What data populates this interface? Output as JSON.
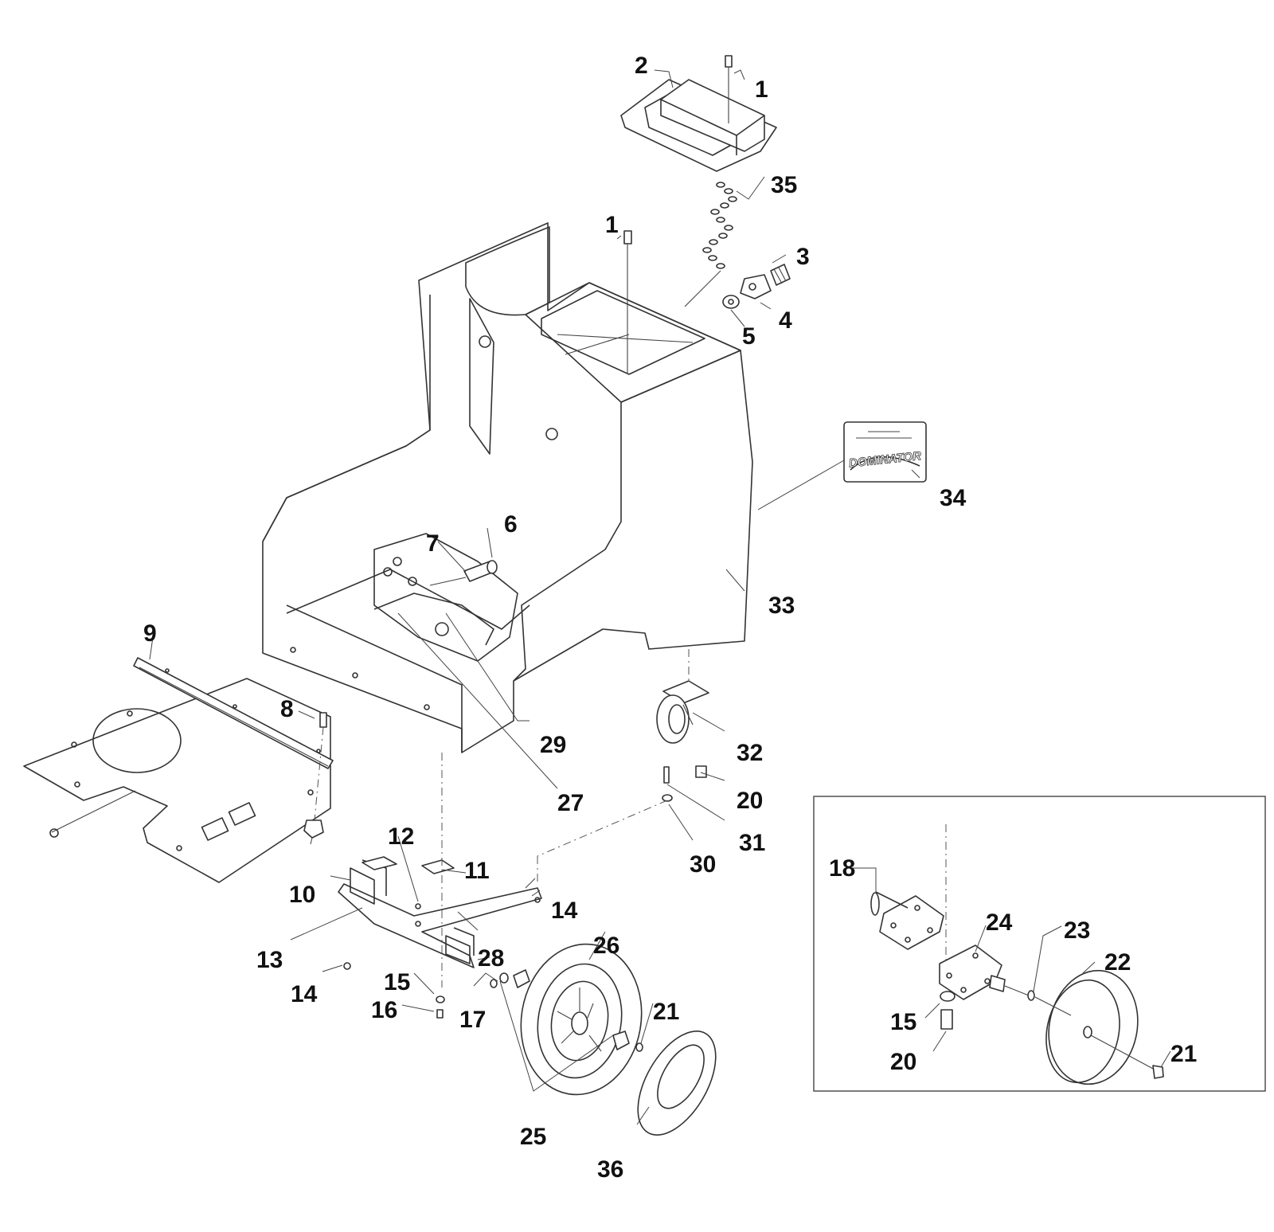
{
  "callouts": {
    "c1a": "1",
    "c1b": "1",
    "c2": "2",
    "c3": "3",
    "c4": "4",
    "c5": "5",
    "c6": "6",
    "c7": "7",
    "c8": "8",
    "c9": "9",
    "c10": "10",
    "c11": "11",
    "c12": "12",
    "c13": "13",
    "c14a": "14",
    "c14b": "14",
    "c15a": "15",
    "c15b": "15",
    "c16": "16",
    "c17": "17",
    "c18": "18",
    "c20a": "20",
    "c20b": "20",
    "c21a": "21",
    "c21b": "21",
    "c22": "22",
    "c23": "23",
    "c24": "24",
    "c25": "25",
    "c26": "26",
    "c27": "27",
    "c28": "28",
    "c29": "29",
    "c30": "30",
    "c31": "31",
    "c32": "32",
    "c33": "33",
    "c34": "34",
    "c35": "35",
    "c36": "36"
  },
  "decal": {
    "brand_text": "DOMINATOR"
  }
}
